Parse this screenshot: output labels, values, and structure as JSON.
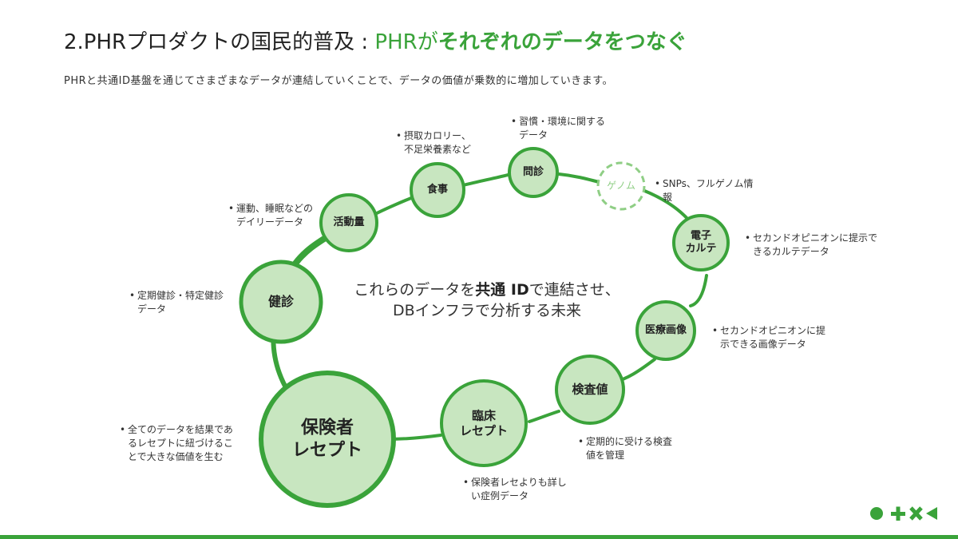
{
  "title": {
    "prefix": "2.PHRプロダクトの国民的普及 : ",
    "accent_plain": "PHRが",
    "accent_bold": "それぞれのデータをつなぐ"
  },
  "subtitle": "PHRと共通ID基盤を通じてさまざまなデータが連結していくことで、データの価値が乗数的に増加していきます。",
  "center": {
    "line1_a": "これらのデータを",
    "line1_b": "共通 ID",
    "line1_c": "で連結させ、",
    "line2": "DBインフラで分析する未来"
  },
  "nodes": {
    "hoken": "保険者\nレセプト",
    "kenshin": "健診",
    "katsudo": "活動量",
    "shokuji": "食事",
    "monshin": "問診",
    "genome": "ゲノム",
    "karte": "電子\nカルテ",
    "gazo": "医療画像",
    "kensa": "検査値",
    "rinsho": "臨床\nレセプト"
  },
  "notes": {
    "hoken": "全てのデータを結果であ\nるレセプトに紐づけるこ\nとで大きな価値を生む",
    "kenshin": "定期健診・特定健診\nデータ",
    "katsudo": "運動、睡眠などの\nデイリーデータ",
    "shokuji": "摂取カロリー、\n不足栄養素など",
    "monshin": "習慣・環境に関する\nデータ",
    "genome": "SNPs、フルゲノム情\n報",
    "karte": "セカンドオピニオンに提示で\nきるカルテデータ",
    "gazo": "セカンドオピニオンに提\n示できる画像データ",
    "kensa": "定期的に受ける検査\n値を管理",
    "rinsho": "保険者レセよりも詳し\nい症例データ"
  },
  "bullet": "•",
  "colors": {
    "accent": "#3aa33a",
    "node_fill": "#c8e6c0",
    "genome_fill": "#ffffff"
  }
}
